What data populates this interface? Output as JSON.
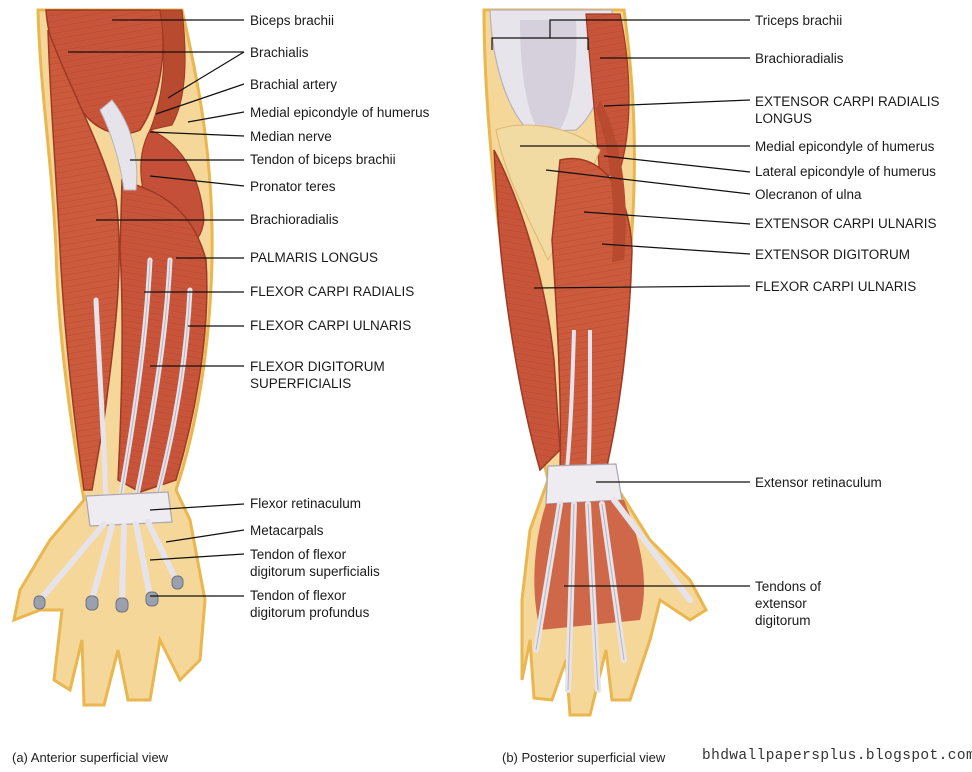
{
  "anterior": {
    "caption": "(a) Anterior superficial view",
    "labels": [
      "Biceps brachii",
      "Brachialis",
      "Brachial artery",
      "Medial epicondyle of humerus",
      "Median nerve",
      "Tendon of biceps brachii",
      "Pronator teres",
      "Brachioradialis",
      "PALMARIS LONGUS",
      "FLEXOR CARPI RADIALIS",
      "FLEXOR CARPI ULNARIS",
      "FLEXOR DIGITORUM\nSUPERFICIALIS",
      "Flexor retinaculum",
      "Metacarpals",
      "Tendon of flexor\ndigitorum superficialis",
      "Tendon of flexor\ndigitorum profundus"
    ]
  },
  "posterior": {
    "caption": "(b) Posterior superficial view",
    "labels": [
      "Triceps brachii",
      "Brachioradialis",
      "EXTENSOR CARPI RADIALIS\nLONGUS",
      "Medial epicondyle of humerus",
      "Lateral epicondyle of humerus",
      "Olecranon of ulna",
      "EXTENSOR CARPI ULNARIS",
      "EXTENSOR DIGITORUM",
      "FLEXOR CARPI ULNARIS",
      "Extensor retinaculum",
      "Tendons of\nextensor\ndigitorum"
    ]
  },
  "watermark": "bhdwallpapersplus.blogspot.com",
  "colors": {
    "muscle": "#c8553a",
    "muscle_dark": "#9e3a24",
    "muscle_light": "#e07a56",
    "tendon": "#e6e4ea",
    "skin": "#f6d79a",
    "skin_edge": "#e9b64f",
    "leader": "#111111"
  }
}
